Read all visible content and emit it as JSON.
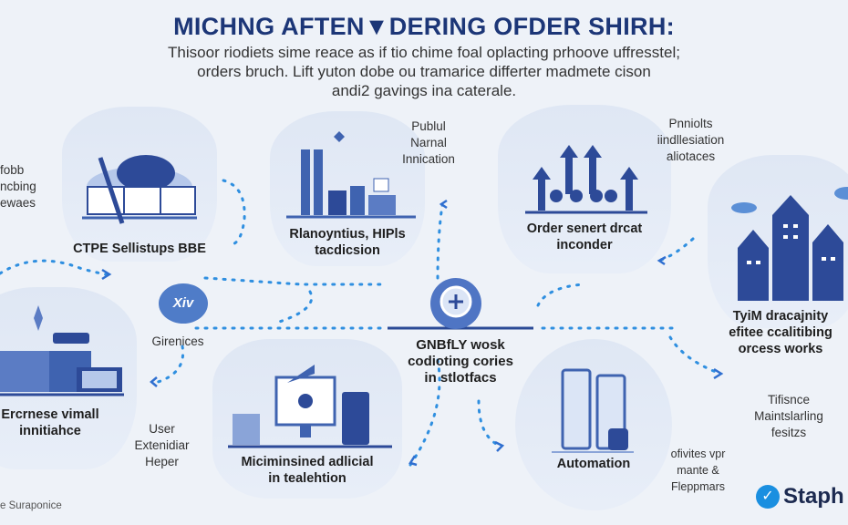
{
  "header": {
    "title": "MICHNG AFTEN▼DERING OFDER SHIRH:",
    "subtitle_lines": [
      "Thisoor riodiets sime reace as if tio chime foal oplacting prhoove uffresstel;",
      "orders bruch. Lift yuton dobe ou tramarice differter madmete cison",
      "andi2 gavings ina caterale."
    ]
  },
  "panels": [
    {
      "label_lines": [
        "CTPE Sellistups BBE"
      ],
      "icon": "cloud-database-icon"
    },
    {
      "label_lines": [
        "Rlanoyntius, HIPls",
        "tacdicsion"
      ],
      "icon": "factory-buildings-icon"
    },
    {
      "label_lines": [
        "Order senert drcat",
        "inconder"
      ],
      "icon": "arrows-up-icon"
    },
    {
      "label_lines": [
        "TyiM dracajnity",
        "efitee ccalitibing",
        "orcess works"
      ],
      "icon": "city-buildings-icon"
    },
    {
      "label_lines": [
        "Ercrnese vimall",
        "innitiahce"
      ],
      "icon": "servers-icon"
    },
    {
      "label_lines": [
        "Miciminsined adlicial",
        "in tealehtion"
      ],
      "icon": "computer-gear-icon"
    },
    {
      "label_lines": [
        "Automation"
      ],
      "icon": "phones-icon"
    }
  ],
  "center": {
    "label_lines": [
      "GNBfLY wosk",
      "codioting cories",
      "in stlotfacs"
    ],
    "icon": "globe-hub-icon"
  },
  "notes": {
    "left_top": [
      "fobb",
      "ncbing",
      "ewaes"
    ],
    "publul": [
      "Publul",
      "Narnal",
      "Innication"
    ],
    "priorities": [
      "Pnniolts",
      "iindllesiation",
      "aliotaces"
    ],
    "girenices": "Girenices",
    "badge": "Xiv",
    "user": [
      "User",
      "Extenidiar",
      "Heper"
    ],
    "tifisnce": [
      "Tifisnce",
      "Maintslarling",
      "fesitzs"
    ],
    "ofivites": [
      "ofivites vpr",
      "mante &",
      "Fleppmars"
    ],
    "footer_left": "e Suraponice"
  },
  "logo": {
    "text": "Staph"
  },
  "colors": {
    "navy": "#1c3677",
    "accent": "#3f63b0",
    "dot": "#2f8fe0",
    "panel": "#dfe7f4"
  }
}
